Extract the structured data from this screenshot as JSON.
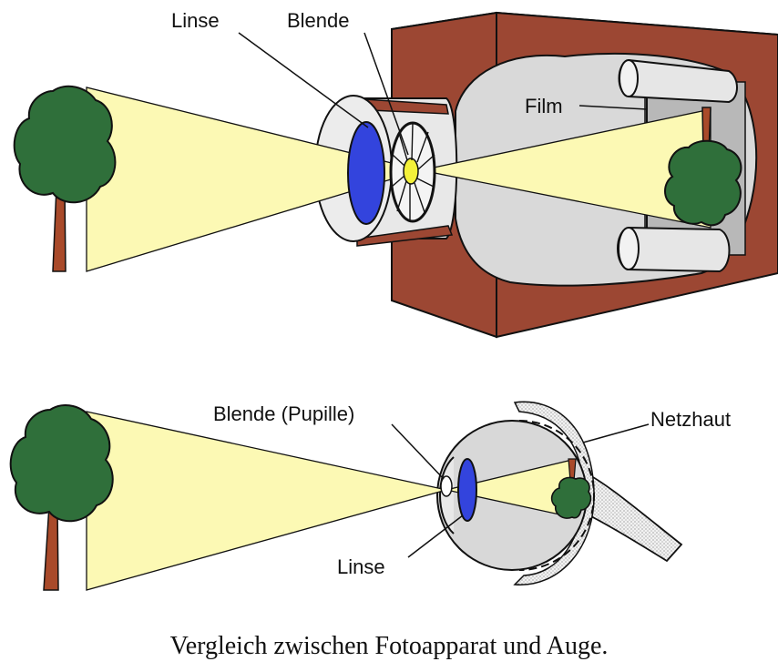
{
  "camera": {
    "labels": {
      "lens": "Linse",
      "aperture": "Blende",
      "film": "Film"
    }
  },
  "eye": {
    "labels": {
      "aperture": "Blende (Pupille)",
      "retina": "Netzhaut",
      "lens": "Linse"
    }
  },
  "caption": "Vergleich zwischen Fotoapparat und Auge.",
  "colors": {
    "light_cone": "#fcf9b4",
    "foliage": "#2f6f3a",
    "trunk": "#a94a2a",
    "lens": "#3344dd",
    "camera_body": "#9c4733",
    "camera_interior": "#d9d9d9",
    "eye_body": "#d8d8d8"
  }
}
